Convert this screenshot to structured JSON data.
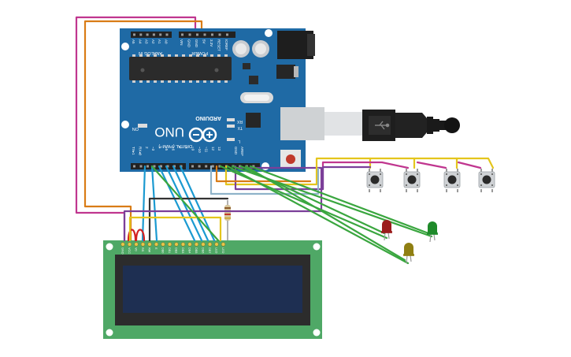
{
  "arduino": {
    "brand": "ARDUINO",
    "model": "UNO",
    "analog_header": "ANALOG IN",
    "analog_pins": [
      "A5",
      "A4",
      "A3",
      "A2",
      "A1",
      "A0"
    ],
    "power_header": "POWER",
    "power_pins": [
      "VIN",
      "GND",
      "GND",
      "5V",
      "3.3V",
      "RESET",
      "IOREF"
    ],
    "digital_header": "DIGITAL (PWM~)",
    "digital_pins": [
      "TX▸1",
      "RX◂0",
      "2",
      "~3",
      "4",
      "~5",
      "~6",
      "7",
      "8",
      "~9",
      "~10",
      "~11",
      "12",
      "13"
    ],
    "aref": "AREF",
    "gnd": "GND",
    "on_label": "ON",
    "tx_label": "TX",
    "rx_label": "RX",
    "l_label": "L"
  },
  "lcd": {
    "pin_labels": [
      "GND",
      "VCC",
      "V0",
      "RS",
      "RW",
      "E",
      "DB0",
      "DB1",
      "DB2",
      "DB3",
      "DB4",
      "DB5",
      "DB6",
      "DB7",
      "LED",
      "LED"
    ]
  },
  "components": {
    "buttons": 4,
    "leds": [
      {
        "name": "red-led",
        "color": "#9b1c1c"
      },
      {
        "name": "yellow-led",
        "color": "#8f7f12"
      },
      {
        "name": "green-led",
        "color": "#1f8a2a"
      }
    ]
  },
  "colors": {
    "board": "#1f6aa5",
    "lcd_pcb": "#4fa866",
    "lcd_screen": "#1e2f52",
    "wire_magenta": "#c0368f",
    "wire_orange": "#d97c16",
    "wire_green": "#3aa63f",
    "wire_blue": "#1b9ad1",
    "wire_yellow": "#e4c51c",
    "wire_purple": "#7a3f99",
    "wire_red": "#d32020",
    "wire_black": "#333333"
  }
}
